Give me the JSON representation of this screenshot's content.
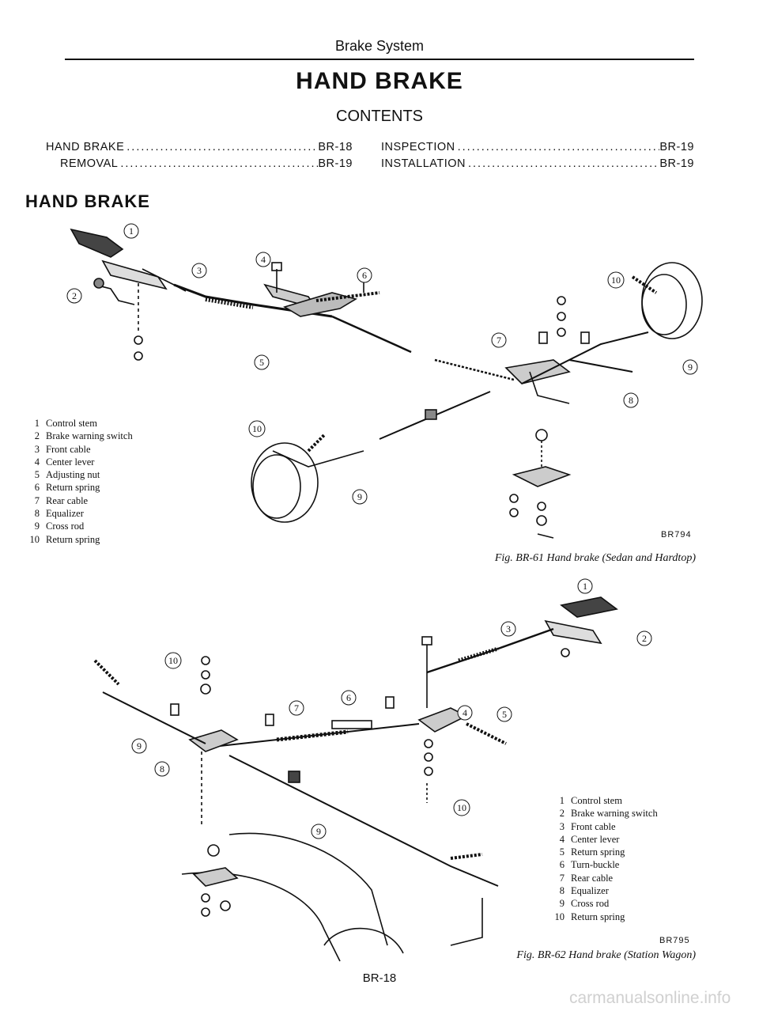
{
  "header": {
    "section": "Brake System"
  },
  "title": "HAND BRAKE",
  "contents_label": "CONTENTS",
  "toc": {
    "left": [
      {
        "label": "HAND BRAKE",
        "page": "BR-18"
      },
      {
        "label": "REMOVAL",
        "page": "BR-19"
      }
    ],
    "right": [
      {
        "label": "INSPECTION",
        "page": "BR-19"
      },
      {
        "label": "INSTALLATION",
        "page": "BR-19"
      }
    ]
  },
  "section_heading": "HAND BRAKE",
  "figure1": {
    "legend": [
      {
        "n": "1",
        "label": "Control stem"
      },
      {
        "n": "2",
        "label": "Brake warning switch"
      },
      {
        "n": "3",
        "label": "Front cable"
      },
      {
        "n": "4",
        "label": "Center lever"
      },
      {
        "n": "5",
        "label": "Adjusting nut"
      },
      {
        "n": "6",
        "label": "Return spring"
      },
      {
        "n": "7",
        "label": "Rear cable"
      },
      {
        "n": "8",
        "label": "Equalizer"
      },
      {
        "n": "9",
        "label": "Cross rod"
      },
      {
        "n": "10",
        "label": "Return spring"
      }
    ],
    "code": "BR794",
    "caption": "Fig. BR-61 Hand brake (Sedan and Hardtop)"
  },
  "figure2": {
    "legend": [
      {
        "n": "1",
        "label": "Control stem"
      },
      {
        "n": "2",
        "label": "Brake warning switch"
      },
      {
        "n": "3",
        "label": "Front cable"
      },
      {
        "n": "4",
        "label": "Center lever"
      },
      {
        "n": "5",
        "label": "Return spring"
      },
      {
        "n": "6",
        "label": "Turn-buckle"
      },
      {
        "n": "7",
        "label": "Rear cable"
      },
      {
        "n": "8",
        "label": "Equalizer"
      },
      {
        "n": "9",
        "label": "Cross rod"
      },
      {
        "n": "10",
        "label": "Return spring"
      }
    ],
    "code": "BR795",
    "caption": "Fig. BR-62 Hand brake (Station Wagon)"
  },
  "page_number": "BR-18",
  "watermark": "carmanualsonline.info"
}
